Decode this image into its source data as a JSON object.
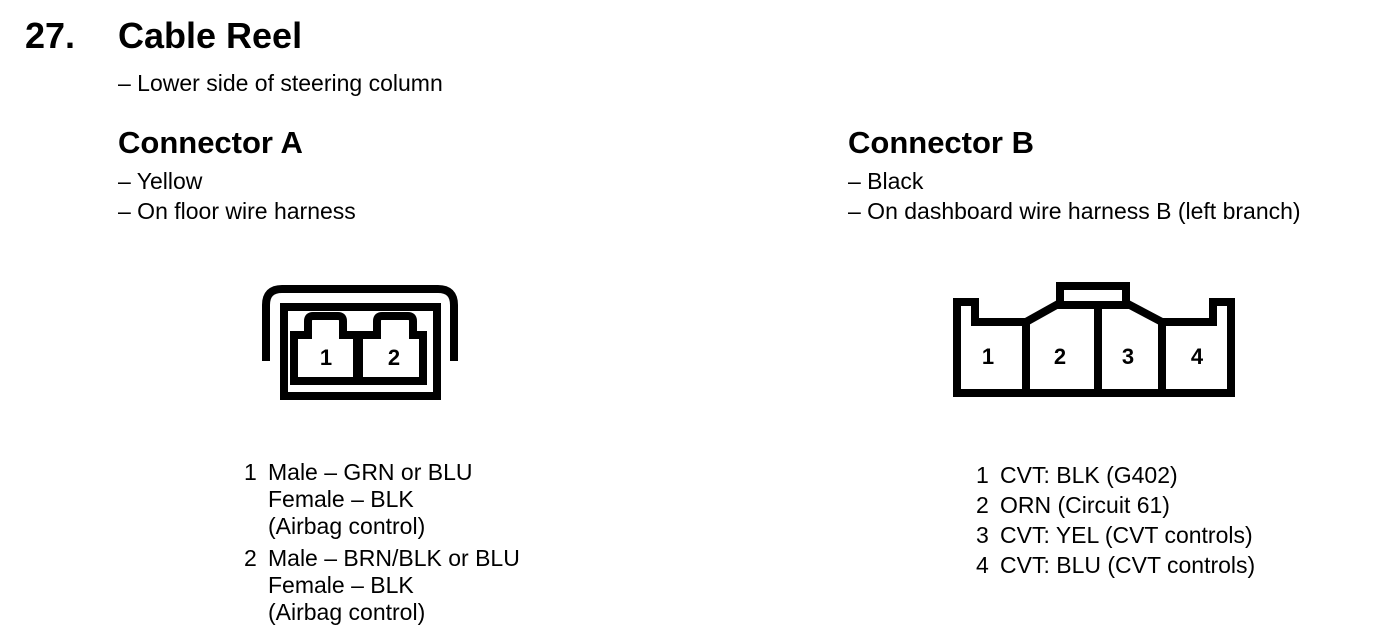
{
  "page": {
    "section_number": "27.",
    "title": "Cable Reel",
    "subtitle": "– Lower side of steering column"
  },
  "connector_a": {
    "heading": "Connector A",
    "details": [
      "– Yellow",
      "– On floor wire harness"
    ],
    "diagram": {
      "pin_labels": [
        "1",
        "2"
      ]
    },
    "pins": [
      {
        "number": "1",
        "lines": [
          "Male – GRN or BLU",
          "Female – BLK",
          "(Airbag control)"
        ]
      },
      {
        "number": "2",
        "lines": [
          "Male – BRN/BLK or BLU",
          "Female – BLK",
          "(Airbag control)"
        ]
      }
    ]
  },
  "connector_b": {
    "heading": "Connector B",
    "details": [
      "– Black",
      "– On dashboard wire harness B (left branch)"
    ],
    "diagram": {
      "pin_labels": [
        "1",
        "2",
        "3",
        "4"
      ]
    },
    "pins": [
      {
        "number": "1",
        "lines": [
          "CVT: BLK (G402)"
        ]
      },
      {
        "number": "2",
        "lines": [
          "ORN (Circuit 61)"
        ]
      },
      {
        "number": "3",
        "lines": [
          "CVT: YEL (CVT controls)"
        ]
      },
      {
        "number": "4",
        "lines": [
          "CVT: BLU (CVT controls)"
        ]
      }
    ]
  },
  "colors": {
    "ink": "#000000",
    "background": "#ffffff"
  }
}
